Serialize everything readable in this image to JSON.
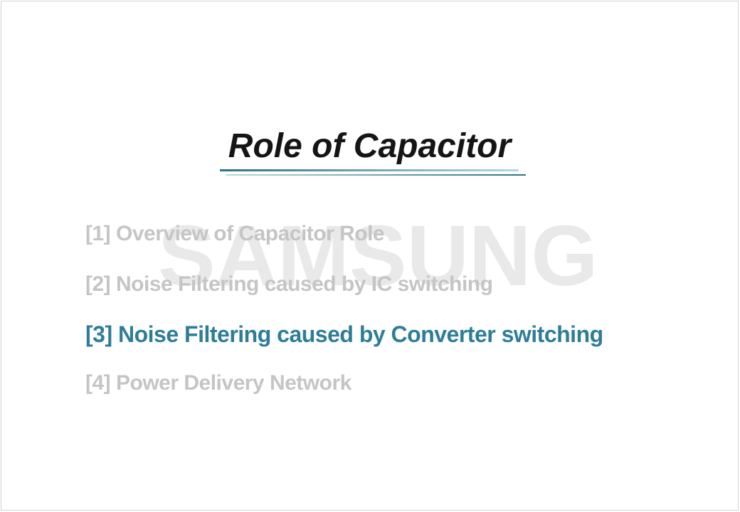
{
  "slide": {
    "title": "Role of Capacitor",
    "watermark": "SAMSUNG",
    "items": [
      {
        "text": "[1] Overview of Capacitor Role",
        "active": false
      },
      {
        "text": "[2] Noise Filtering caused by IC switching",
        "active": false
      },
      {
        "text": "[3] Noise Filtering caused by Converter switching",
        "active": true
      },
      {
        "text": "[4] Power Delivery Network",
        "active": false
      }
    ]
  },
  "colors": {
    "accent": "#2e7d97",
    "muted": "#c5c5c5",
    "watermark": "#e9e9e9",
    "title": "#151515",
    "line-dark": "#2d7089",
    "line-light": "#b5d8e2",
    "border": "#d3d3d3"
  }
}
